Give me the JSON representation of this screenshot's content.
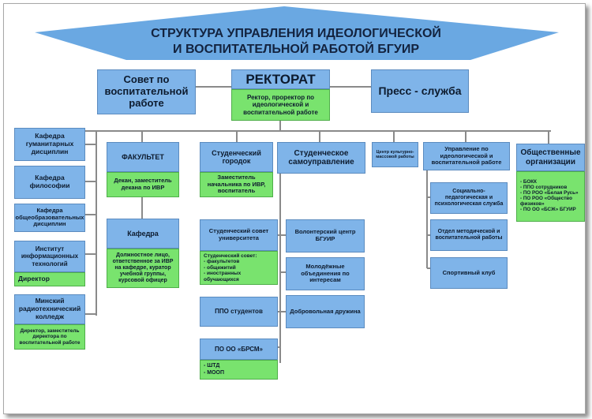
{
  "title_line1": "СТРУКТУРА УПРАВЛЕНИЯ ИДЕОЛОГИЧЕСКОЙ",
  "title_line2": "И ВОСПИТАТЕЛЬНОЙ РАБОТОЙ БГУИР",
  "colors": {
    "blue_box": "#7fb4e9",
    "green_box": "#79e36e",
    "roof": "#6aa8e2",
    "line": "#8a8a8a"
  },
  "top": {
    "council": "Совет по воспитательной работе",
    "rectorate": "РЕКТОРАТ",
    "rectorate_sub": "Ректор, проректор по идеологической и воспитательной работе",
    "press": "Пресс - служба"
  },
  "left": {
    "humanities": "Кафедра гуманитарных дисциплин",
    "philosophy": "Кафедра философии",
    "general": "Кафедра общеобразовательных дисциплин",
    "institute": "Институт информационных технологий",
    "institute_sub": "Директор",
    "college": "Минский радиотехнический колледж",
    "college_sub": "Директор, заместитель директора по воспитательной работе"
  },
  "faculty": {
    "title": "ФАКУЛЬТЕТ",
    "sub": "Декан, заместитель декана по ИВР",
    "dept": "Кафедра",
    "dept_sub": "Должностное лицо, ответственное за ИВР на кафедре, куратор учебной группы, курсовой офицер"
  },
  "campus": {
    "title": "Студенческий городок",
    "sub": "Заместитель начальника по ИВР, воспитатель"
  },
  "student_org": {
    "council_title": "Студенческий совет университета",
    "council_sub1": "Студенческий совет:",
    "council_sub2": "- факультетов",
    "council_sub3": "- общежитий",
    "council_sub4": "- иностранных обучающихся",
    "ppo": "ППО студентов",
    "brsm": "ПО ОО «БРСМ»",
    "brsm_sub1": "- ШТД",
    "brsm_sub2": "- МООП"
  },
  "self_gov": {
    "title": "Студенческое самоуправление",
    "volunteer": "Волонтерский центр БГУИР",
    "youth": "Молодёжные объединения по интересам",
    "squad": "Добровольная дружина"
  },
  "culture": "Центр культурно-массовой работы",
  "management": {
    "title": "Управление по идеологической и воспитательной работе",
    "social": "Социально-педагогическая и психологическая служба",
    "dept": "Отдел методической и воспитательной работы",
    "sport": "Спортивный клуб"
  },
  "public": {
    "title": "Общественные организации",
    "items": [
      "- БОКК",
      "- ППО сотрудников",
      "- ПО РОО «Белая Русь»",
      "- ПО РОО «Общество физиков»",
      "- ПО ОО «БСЖ» БГУИР"
    ]
  }
}
